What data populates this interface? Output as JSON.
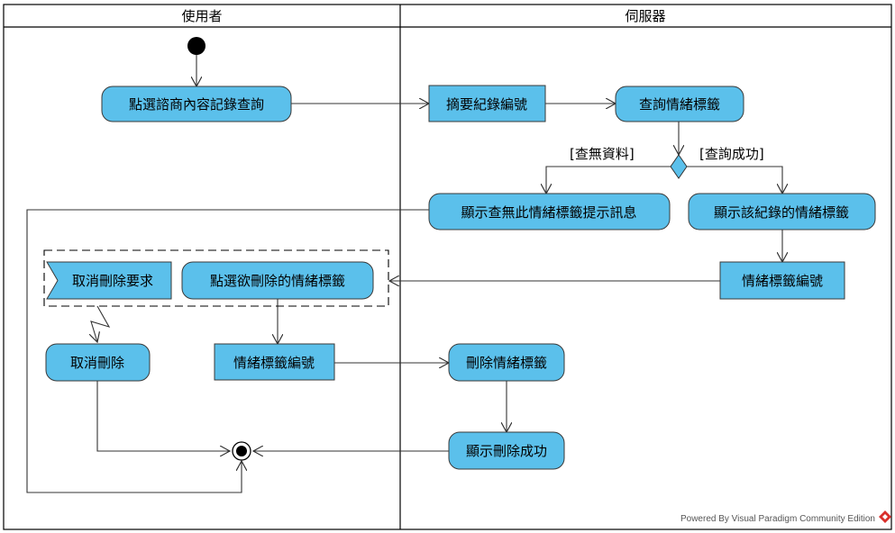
{
  "swimlanes": {
    "left": {
      "title": "使用者"
    },
    "right": {
      "title": "伺服器"
    }
  },
  "actions": {
    "click_query": "點選諮商內容記錄查詢",
    "query_emotion_tags": "查詢情緒標籤",
    "show_no_result": "顯示查無此情緒標籤提示訊息",
    "show_record_tags": "顯示該紀錄的情緒標籤",
    "select_tag_to_delete": "點選欲刪除的情緒標籤",
    "cancel_delete": "取消刪除",
    "delete_tags": "刪除情緒標籤",
    "show_delete_success": "顯示刪除成功"
  },
  "objects": {
    "summary_record_id": "摘要紀錄編號",
    "tag_id_server": "情緒標籤編號",
    "tag_id_user": "情緒標籤編號"
  },
  "signals": {
    "cancel_request": "取消刪除要求"
  },
  "guards": {
    "no_data": "[查無資料]",
    "query_success": "[查詢成功]"
  },
  "colors": {
    "action_fill": "#5bc0eb",
    "action_stroke": "#3a3a3a",
    "line": "#333333",
    "lane_border": "#000000"
  },
  "watermark": {
    "text": "Powered By  Visual Paradigm Community Edition"
  }
}
